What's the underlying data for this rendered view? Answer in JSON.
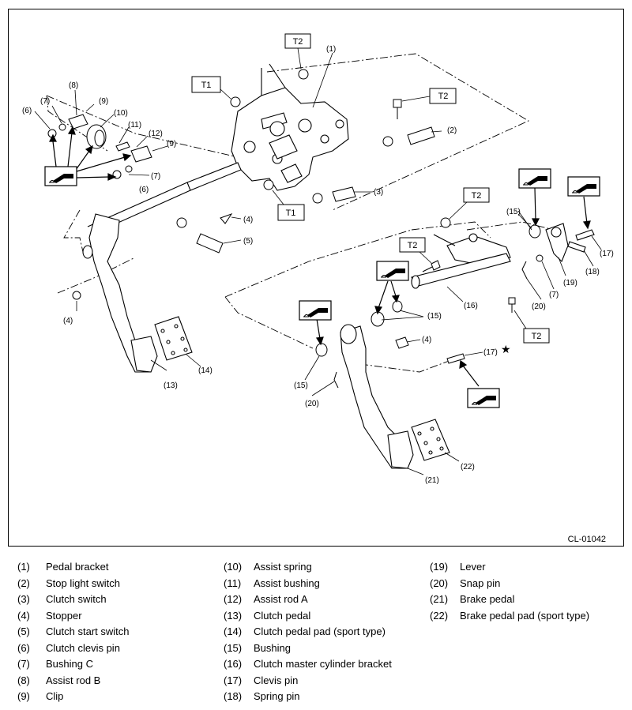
{
  "figure_id": "CL-01042",
  "torque_labels": {
    "t1": "T1",
    "t2": "T2"
  },
  "star": "★",
  "callouts": {
    "c1": "(1)",
    "c2": "(2)",
    "c3": "(3)",
    "c4": "(4)",
    "c5": "(5)",
    "c6": "(6)",
    "c7": "(7)",
    "c8": "(8)",
    "c9": "(9)",
    "c10": "(10)",
    "c11": "(11)",
    "c12": "(12)",
    "c13": "(13)",
    "c14": "(14)",
    "c15": "(15)",
    "c16": "(16)",
    "c17": "(17)",
    "c18": "(18)",
    "c19": "(19)",
    "c20": "(20)",
    "c21": "(21)",
    "c22": "(22)"
  },
  "legend": {
    "col1": [
      {
        "num": "(1)",
        "text": "Pedal bracket"
      },
      {
        "num": "(2)",
        "text": "Stop light switch"
      },
      {
        "num": "(3)",
        "text": "Clutch switch"
      },
      {
        "num": "(4)",
        "text": "Stopper"
      },
      {
        "num": "(5)",
        "text": "Clutch start switch"
      },
      {
        "num": "(6)",
        "text": "Clutch clevis pin"
      },
      {
        "num": "(7)",
        "text": "Bushing C"
      },
      {
        "num": "(8)",
        "text": "Assist rod B"
      },
      {
        "num": "(9)",
        "text": "Clip"
      }
    ],
    "col2": [
      {
        "num": "(10)",
        "text": "Assist spring"
      },
      {
        "num": "(11)",
        "text": "Assist bushing"
      },
      {
        "num": "(12)",
        "text": "Assist rod A"
      },
      {
        "num": "(13)",
        "text": "Clutch pedal"
      },
      {
        "num": "(14)",
        "text": "Clutch pedal pad (sport type)"
      },
      {
        "num": "(15)",
        "text": "Bushing"
      },
      {
        "num": "(16)",
        "text": "Clutch master cylinder bracket"
      },
      {
        "num": "(17)",
        "text": "Clevis pin"
      },
      {
        "num": "(18)",
        "text": "Spring pin"
      }
    ],
    "col3": [
      {
        "num": "(19)",
        "text": "Lever"
      },
      {
        "num": "(20)",
        "text": "Snap pin"
      },
      {
        "num": "(21)",
        "text": "Brake pedal"
      },
      {
        "num": "(22)",
        "text": "Brake pedal pad (sport type)"
      }
    ]
  }
}
